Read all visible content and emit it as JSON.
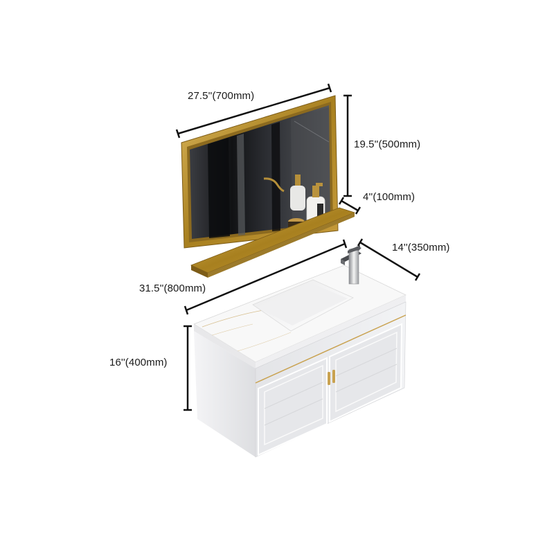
{
  "product": {
    "description": "Wall-mounted bathroom vanity set with gold-framed mirror and shelf",
    "components": [
      "mirror",
      "mirror-shelf",
      "vanity-cabinet",
      "sink-countertop",
      "faucet"
    ]
  },
  "dimensions": {
    "mirror_width": "27.5''(700mm)",
    "mirror_height": "19.5''(500mm)",
    "shelf_depth": "4''(100mm)",
    "vanity_depth": "14''(350mm)",
    "vanity_width": "31.5''(800mm)",
    "vanity_height": "16''(400mm)"
  },
  "colors": {
    "background": "#ffffff",
    "gold_frame": "#b48a2c",
    "gold_dark": "#7d5c17",
    "mirror_glass": "#2a2c30",
    "cabinet_white": "#eeeff1",
    "cabinet_shade": "#d9dadd",
    "countertop": "#f7f7f7",
    "dimension_line": "#111111"
  }
}
